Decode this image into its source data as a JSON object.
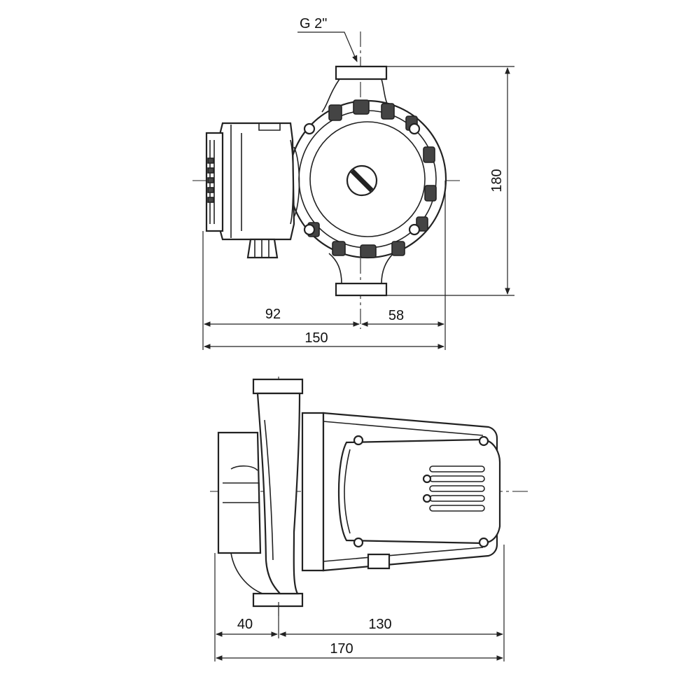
{
  "top_view": {
    "thread_label": "G 2\"",
    "dim_height": "180",
    "dim_left": "92",
    "dim_right": "58",
    "dim_total": "150"
  },
  "side_view": {
    "dim_left": "40",
    "dim_right": "130",
    "dim_total": "170"
  }
}
